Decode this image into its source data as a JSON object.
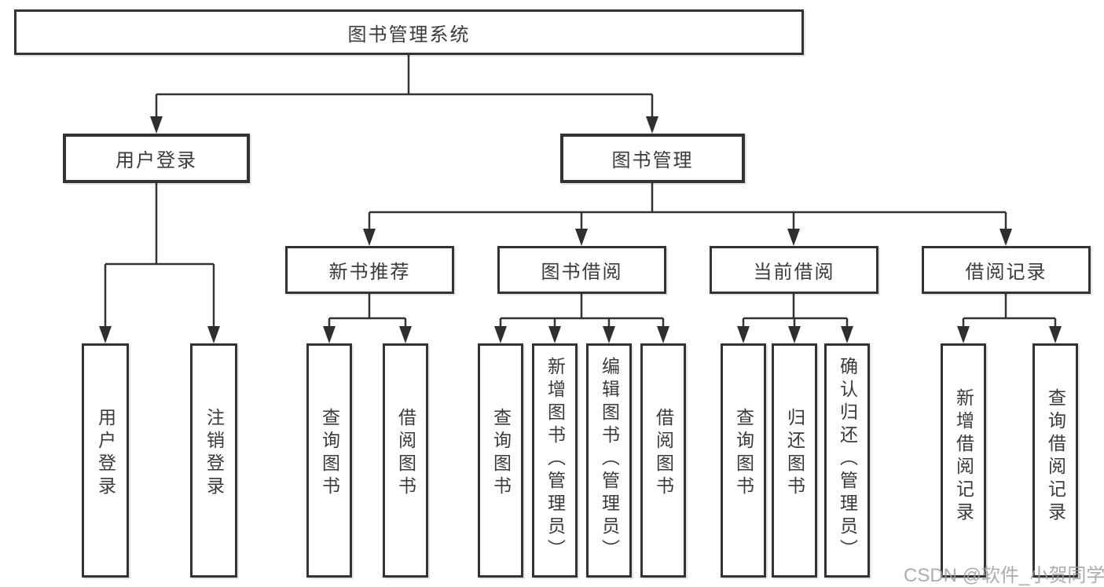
{
  "nodes": {
    "root": "图书管理系统",
    "level1": {
      "user_login": "用户登录",
      "book_mgmt": "图书管理"
    },
    "level2": {
      "new_books": "新书推荐",
      "book_borrow": "图书借阅",
      "current_borrow": "当前借阅",
      "borrow_records": "借阅记录"
    },
    "leaves": {
      "user_login": [
        "用户登录",
        "注销登录"
      ],
      "new_books": [
        "查询图书",
        "借阅图书"
      ],
      "book_borrow": [
        "查询图书",
        "新增图书（管理员）",
        "编辑图书（管理员）",
        "借阅图书"
      ],
      "current_borrow": [
        "查询图书",
        "归还图书",
        "确认归还（管理员）"
      ],
      "borrow_records": [
        "新增借阅记录",
        "查询借阅记录"
      ]
    }
  },
  "watermark": "CSDN @软件_小贺同学",
  "colors": {
    "line": "#333333",
    "text": "#3a3a3a",
    "watermark": "#9e9e9e",
    "background": "#ffffff"
  }
}
